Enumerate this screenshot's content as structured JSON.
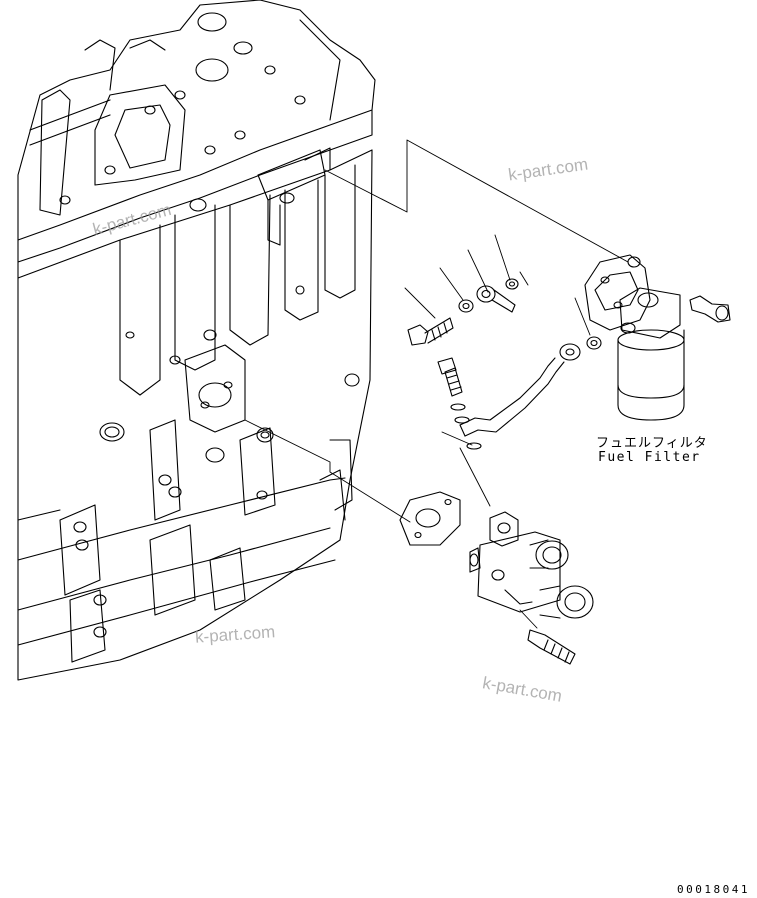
{
  "labels": {
    "fuel_filter_jp": "フュエルフィルタ",
    "fuel_filter_en": "Fuel Filter",
    "drawing_code": "00018041"
  },
  "watermarks": [
    "k-part.com",
    "k-part.com",
    "k-part.com",
    "k-part.com"
  ],
  "colors": {
    "line": "#000000",
    "watermark": "#9a9a9a",
    "background": "#ffffff"
  }
}
